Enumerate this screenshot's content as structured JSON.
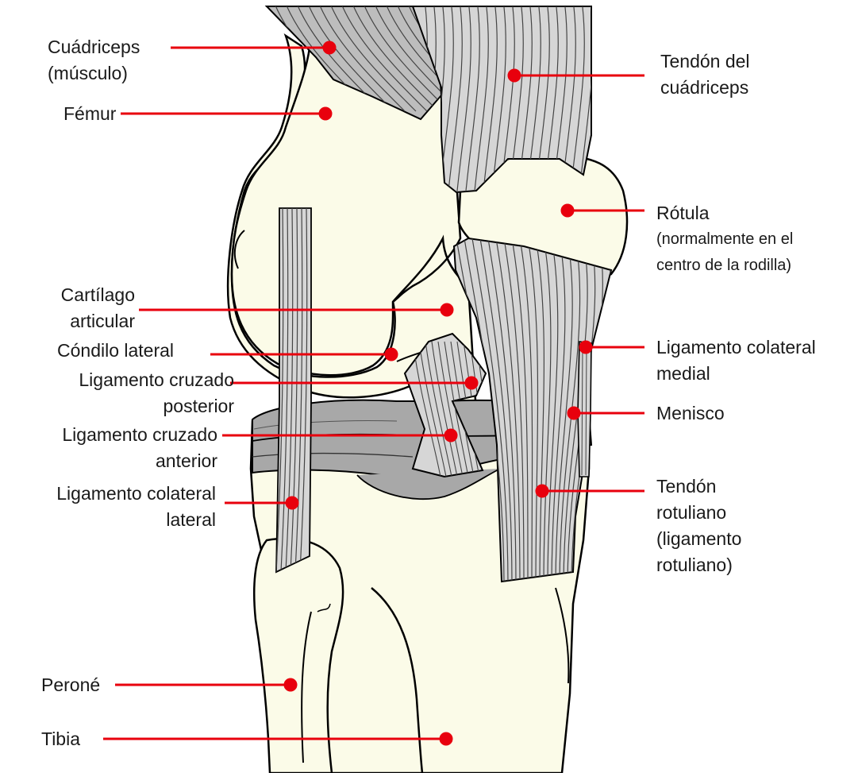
{
  "colors": {
    "bone": "#fbfbe8",
    "outline": "#000000",
    "tissue": "#d6d6d6",
    "tissue_dark": "#b2b2b2",
    "meniscus": "#a8a8a8",
    "fiber": "#444444",
    "leader": "#e8000d",
    "text": "#1a1a1a"
  },
  "labels": {
    "cuadriceps": {
      "line1": "Cuádriceps",
      "line2": "(músculo)"
    },
    "femur": {
      "line1": "Fémur"
    },
    "tendon_cuadriceps": {
      "line1": "Tendón del",
      "line2": "cuádriceps"
    },
    "rotula": {
      "line1": "Rótula",
      "line2": "(normalmente en el",
      "line3": "centro de la rodilla)"
    },
    "cartilago": {
      "line1": "Cartílago",
      "line2": "articular"
    },
    "condilo": {
      "line1": "Cóndilo lateral"
    },
    "lcp": {
      "line1": "Ligamento cruzado",
      "line2": "posterior"
    },
    "lca": {
      "line1": "Ligamento cruzado",
      "line2": "anterior"
    },
    "lcm": {
      "line1": "Ligamento colateral",
      "line2": "medial"
    },
    "menisco": {
      "line1": "Menisco"
    },
    "lcl": {
      "line1": "Ligamento colateral",
      "line2": "lateral"
    },
    "tendon_rotuliano": {
      "line1": "Tendón",
      "line2": "rotuliano",
      "line3": "(ligamento",
      "line4": "rotuliano)"
    },
    "perone": {
      "line1": "Peroné"
    },
    "tibia": {
      "line1": "Tibia"
    }
  }
}
